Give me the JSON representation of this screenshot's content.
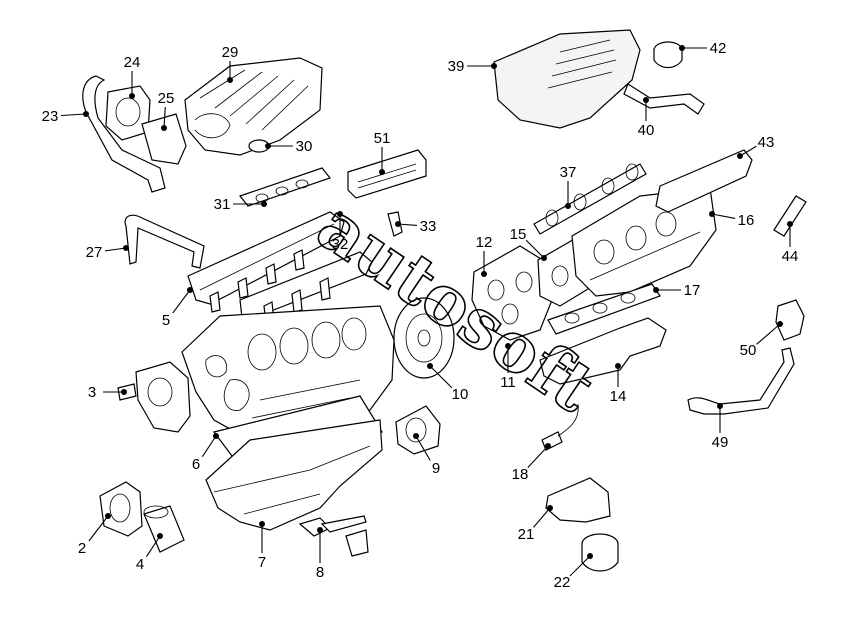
{
  "diagram": {
    "type": "exploded-parts-view",
    "callouts": [
      {
        "id": "2",
        "label": "2"
      },
      {
        "id": "3",
        "label": "3"
      },
      {
        "id": "4",
        "label": "4"
      },
      {
        "id": "5",
        "label": "5"
      },
      {
        "id": "6",
        "label": "6"
      },
      {
        "id": "7",
        "label": "7"
      },
      {
        "id": "8",
        "label": "8"
      },
      {
        "id": "9",
        "label": "9"
      },
      {
        "id": "10",
        "label": "10"
      },
      {
        "id": "11",
        "label": "11"
      },
      {
        "id": "12",
        "label": "12"
      },
      {
        "id": "14",
        "label": "14"
      },
      {
        "id": "15",
        "label": "15"
      },
      {
        "id": "16",
        "label": "16"
      },
      {
        "id": "17",
        "label": "17"
      },
      {
        "id": "18",
        "label": "18"
      },
      {
        "id": "21",
        "label": "21"
      },
      {
        "id": "22",
        "label": "22"
      },
      {
        "id": "23",
        "label": "23"
      },
      {
        "id": "24",
        "label": "24"
      },
      {
        "id": "25",
        "label": "25"
      },
      {
        "id": "27",
        "label": "27"
      },
      {
        "id": "29",
        "label": "29"
      },
      {
        "id": "30",
        "label": "30"
      },
      {
        "id": "31",
        "label": "31"
      },
      {
        "id": "32",
        "label": "32"
      },
      {
        "id": "33",
        "label": "33"
      },
      {
        "id": "37",
        "label": "37"
      },
      {
        "id": "39",
        "label": "39"
      },
      {
        "id": "40",
        "label": "40"
      },
      {
        "id": "42",
        "label": "42"
      },
      {
        "id": "43",
        "label": "43"
      },
      {
        "id": "44",
        "label": "44"
      },
      {
        "id": "49",
        "label": "49"
      },
      {
        "id": "50",
        "label": "50"
      },
      {
        "id": "51",
        "label": "51"
      }
    ],
    "watermark": {
      "text": "autosoft"
    }
  }
}
